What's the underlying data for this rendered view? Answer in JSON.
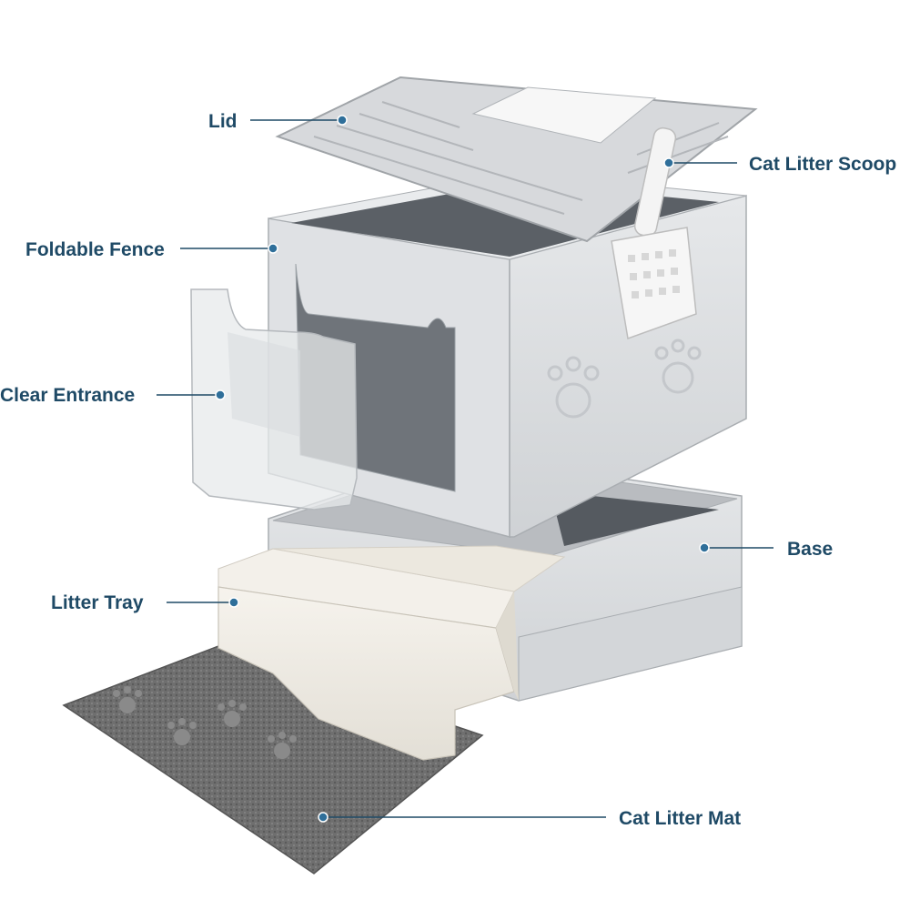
{
  "callouts": {
    "lid": "Lid",
    "cat_litter_scoop": "Cat Litter Scoop",
    "foldable_fence": "Foldable Fence",
    "clear_entrance": "Clear Entrance",
    "base": "Base",
    "litter_tray": "Litter Tray",
    "cat_litter_mat": "Cat Litter Mat"
  },
  "colors": {
    "label_text": "#1f4a66",
    "leader_line": "#1f4a66",
    "marker_dot": "#2f6f9a",
    "product_gray": "#d9dbdd",
    "product_white": "#f1eee7",
    "mat_gray": "#6b6b6b"
  }
}
